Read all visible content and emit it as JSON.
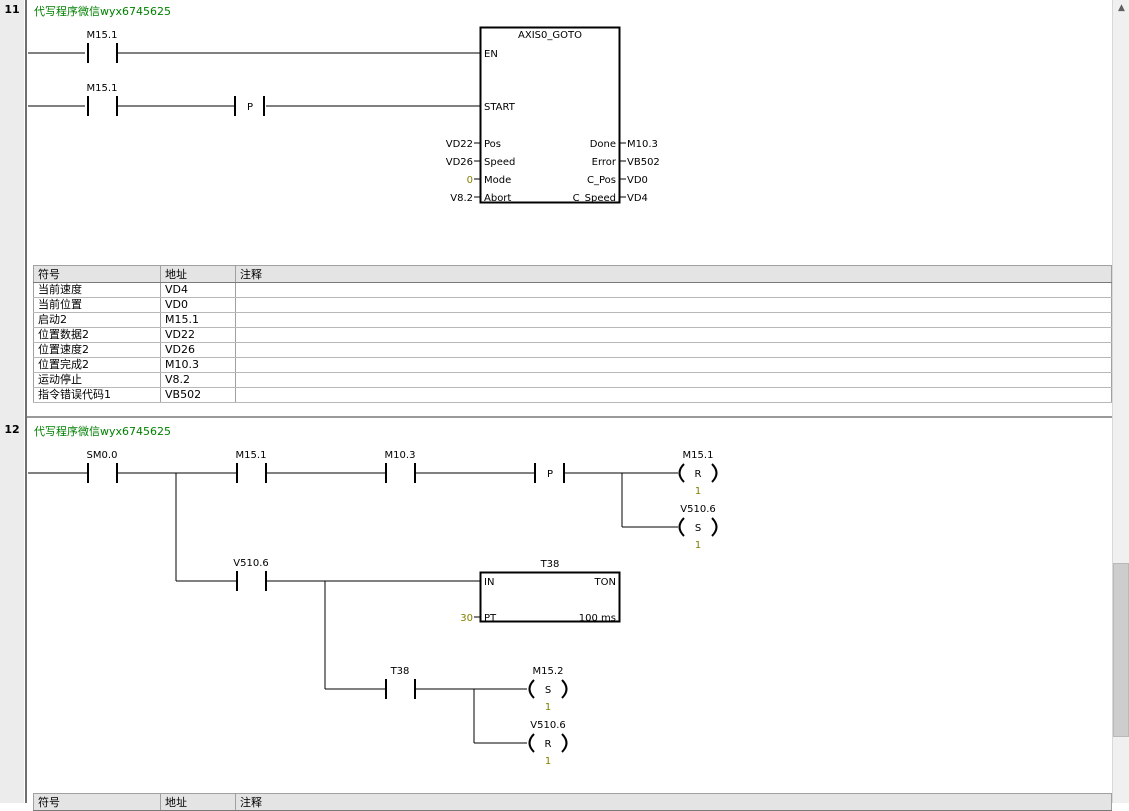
{
  "networks": [
    {
      "number": "11",
      "comment": "代写程序微信wyx6745625",
      "contacts": [
        {
          "label": "M15.1"
        },
        {
          "label": "M15.1"
        }
      ],
      "edge_label": "P",
      "box": {
        "title": "AXIS0_GOTO",
        "inputs": [
          "EN",
          "START",
          "Pos",
          "Speed",
          "Mode",
          "Abort"
        ],
        "input_operands": [
          "VD22",
          "VD26",
          "0",
          "V8.2"
        ],
        "outputs": [
          "Done",
          "Error",
          "C_Pos",
          "C_Speed"
        ],
        "output_operands": [
          "M10.3",
          "VB502",
          "VD0",
          "VD4"
        ]
      },
      "table": {
        "headers": [
          "符号",
          "地址",
          "注释"
        ],
        "rows": [
          [
            "当前速度",
            "VD4",
            ""
          ],
          [
            "当前位置",
            "VD0",
            ""
          ],
          [
            "启动2",
            "M15.1",
            ""
          ],
          [
            "位置数据2",
            "VD22",
            ""
          ],
          [
            "位置速度2",
            "VD26",
            ""
          ],
          [
            "位置完成2",
            "M10.3",
            ""
          ],
          [
            "运动停止",
            "V8.2",
            ""
          ],
          [
            "指令错误代码1",
            "VB502",
            ""
          ]
        ]
      }
    },
    {
      "number": "12",
      "comment": "代写程序微信wyx6745625",
      "contacts": [
        {
          "label": "SM0.0"
        },
        {
          "label": "M15.1"
        },
        {
          "label": "M10.3"
        },
        {
          "label": "V510.6"
        },
        {
          "label": "T38"
        }
      ],
      "edge_label": "P",
      "coils": [
        {
          "label": "M15.1",
          "type": "R",
          "count": "1"
        },
        {
          "label": "V510.6",
          "type": "S",
          "count": "1"
        },
        {
          "label": "M15.2",
          "type": "S",
          "count": "1"
        },
        {
          "label": "V510.6",
          "type": "R",
          "count": "1"
        }
      ],
      "timer": {
        "name": "T38",
        "type": "TON",
        "in_pin": "IN",
        "pt_pin": "PT",
        "pt_value": "30",
        "resolution": "100 ms"
      },
      "table": {
        "headers": [
          "符号",
          "地址",
          "注释"
        ]
      }
    }
  ],
  "scrollbar": {
    "up_arrow": "▲"
  },
  "colors": {
    "comment": "#008000",
    "literal": "#808000",
    "wire": "#000000"
  }
}
